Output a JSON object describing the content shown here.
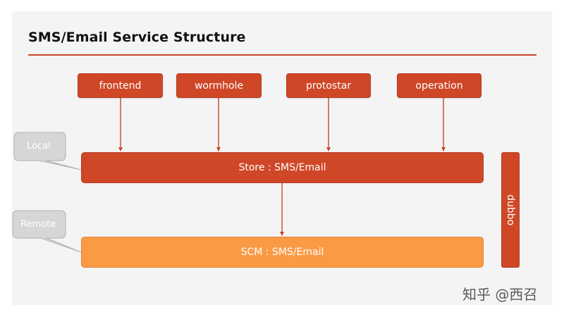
{
  "title": "SMS/Email Service Structure",
  "clients": [
    {
      "label": "frontend"
    },
    {
      "label": "wormhole"
    },
    {
      "label": "protostar"
    },
    {
      "label": "operation"
    }
  ],
  "store": {
    "label": "Store : SMS/Email"
  },
  "scm": {
    "label": "SCM : SMS/Email"
  },
  "dubbo": {
    "label": "dubbo"
  },
  "callouts": {
    "local": "Local",
    "remote": "Remote"
  },
  "watermark": "知乎 @西召",
  "colors": {
    "accent": "#cf4727",
    "scm": "#fb9a44",
    "callout": "#d6d6d6",
    "background": "#f4f4f4"
  }
}
